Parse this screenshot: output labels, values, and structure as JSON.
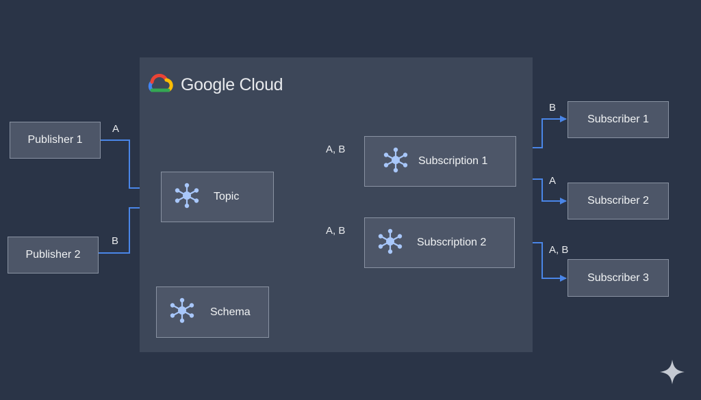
{
  "cloud": {
    "title": "Google Cloud",
    "colors": {
      "blue": "#4285f4",
      "red": "#ea4335",
      "yellow": "#fbbc04",
      "green": "#34a853"
    }
  },
  "nodes": {
    "publisher_1": "Publisher 1",
    "publisher_2": "Publisher 2",
    "topic": "Topic",
    "schema": "Schema",
    "subscription_1": "Subscription 1",
    "subscription_2": "Subscription 2",
    "subscriber_1": "Subscriber 1",
    "subscriber_2": "Subscriber 2",
    "subscriber_3": "Subscriber 3"
  },
  "edge_labels": {
    "publisher_1_to_topic": "A",
    "publisher_2_to_topic": "B",
    "topic_to_subscription_1": "A, B",
    "topic_to_subscription_2": "A, B",
    "subscription_1_to_subscriber_1": "B",
    "subscription_1_to_subscriber_2": "A",
    "subscription_2_to_subscriber_3": "A, B"
  },
  "icons": {
    "pubsub": "pubsub-hub-icon",
    "logo": "google-cloud-logo-icon",
    "sparkle": "sparkle-icon"
  },
  "colors": {
    "background": "#2a3447",
    "panel": "#3d4759",
    "node_fill": "#4d5668",
    "node_border": "#8a93a3",
    "arrow": "#4a86e8",
    "icon": "#a8c7fa",
    "text": "#f1f3f4"
  }
}
